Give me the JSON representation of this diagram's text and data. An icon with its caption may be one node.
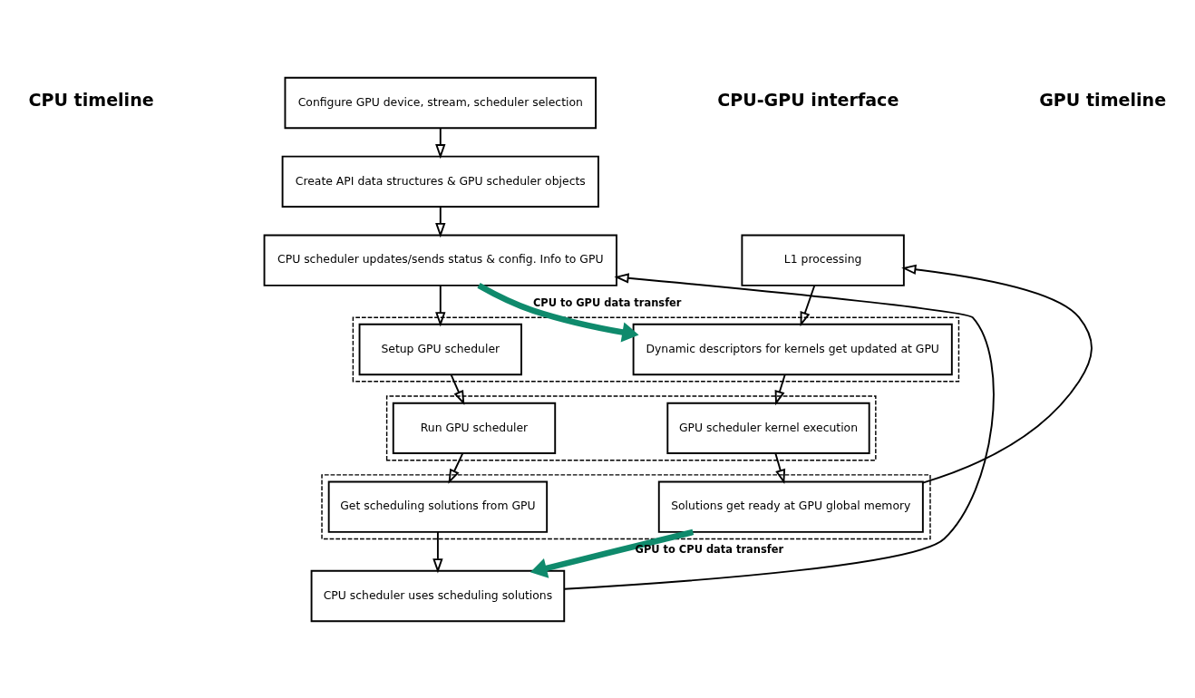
{
  "diagram": {
    "nodes": [
      {
        "text": [
          "Configure GPU device, stream, scheduler selection"
        ]
      },
      {
        "text": [
          "Create API data structures & GPU scheduler objects"
        ]
      },
      {
        "text": [
          "CPU scheduler updates/sends status & config. Info to GPU"
        ]
      },
      {
        "text": [
          "L1 processing"
        ]
      },
      {
        "text": [],
        "shape": "box"
      },
      {
        "text": [
          "Setup GPU scheduler"
        ],
        "in": 4
      },
      {
        "text": [
          "Dynamic descriptors for kernels get updated at GPU"
        ],
        "in": 4
      },
      {
        "text": [],
        "shape": "box"
      },
      {
        "text": [
          "Run GPU scheduler"
        ],
        "in": 7
      },
      {
        "text": [
          "GPU scheduler kernel execution"
        ],
        "in": 7
      },
      {
        "text": [],
        "shape": "box"
      },
      {
        "text": [
          "Get scheduling solutions from GPU"
        ],
        "in": 10
      },
      {
        "text": [
          "Solutions get ready at GPU global memory"
        ],
        "in": 10
      },
      {
        "text": [
          "CPU scheduler uses scheduling solutions"
        ]
      }
    ],
    "edges": [
      {
        "from": 0,
        "to": 1,
        "arrow": "to"
      },
      {
        "from": 1,
        "to": 2,
        "arrow": "to"
      },
      {
        "from": 2,
        "to": 5,
        "arrow": "to"
      },
      {
        "from": 5,
        "to": 8,
        "arrow": "to"
      },
      {
        "from": 8,
        "to": 11,
        "arrow": "to"
      },
      {
        "from": 11,
        "to": 13,
        "arrow": "to"
      },
      {
        "from": 3,
        "to": 6,
        "arrow": "to"
      },
      {
        "from": 6,
        "to": 9,
        "arrow": "to"
      },
      {
        "from": 9,
        "to": 12,
        "arrow": "to"
      },
      {
        "from": 2,
        "to": 6,
        "arrow": "to",
        "label": "CPU to GPU data transfer",
        "style": "thick",
        "color": "#0f8a6c"
      },
      {
        "from": 12,
        "to": 13,
        "arrow": "to",
        "label": "GPU to CPU data transfer",
        "style": "thick",
        "color": "#0f8a6c"
      },
      {
        "from": 13,
        "to": 2,
        "arrow": "to"
      },
      {
        "from": 12,
        "to": 3,
        "arrow": "to"
      }
    ],
    "labels": [
      "CPU timeline",
      "CPU-GPU interface",
      "GPU timeline"
    ]
  }
}
